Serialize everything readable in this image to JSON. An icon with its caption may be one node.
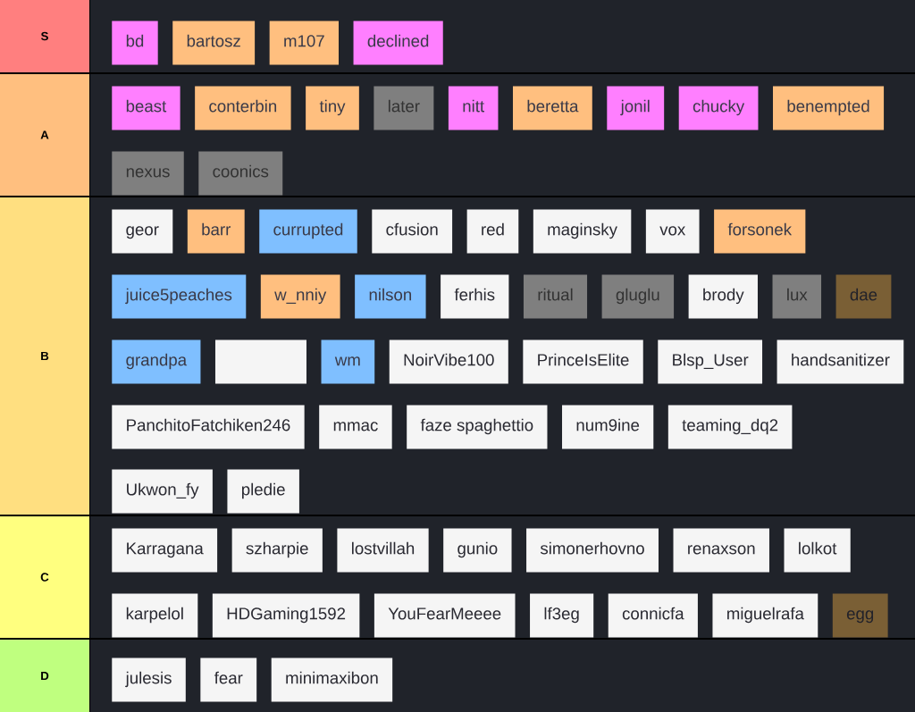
{
  "diagram": {
    "nodes": [
      {
        "text": [
          "S"
        ]
      },
      {
        "text": [
          "bd"
        ]
      },
      {
        "text": [
          "bartosz"
        ]
      },
      {
        "text": [
          "m107"
        ]
      },
      {
        "text": [
          "declined"
        ]
      },
      {
        "text": [
          "A"
        ]
      },
      {
        "text": [
          "beast"
        ]
      },
      {
        "text": [
          "conterbin"
        ]
      },
      {
        "text": [
          "tiny"
        ]
      },
      {
        "text": [
          "later"
        ]
      },
      {
        "text": [
          "nitt"
        ]
      },
      {
        "text": [
          "beretta"
        ]
      },
      {
        "text": [
          "jonil"
        ]
      },
      {
        "text": [
          "chucky"
        ]
      },
      {
        "text": [
          "benempted"
        ]
      },
      {
        "text": [
          "nexus"
        ]
      },
      {
        "text": [
          "coonics"
        ]
      },
      {
        "text": [
          "B"
        ]
      },
      {
        "text": [
          "geor"
        ]
      },
      {
        "text": [
          "barr"
        ]
      },
      {
        "text": [
          "currupted"
        ]
      },
      {
        "text": [
          "cfusion"
        ]
      },
      {
        "text": [
          "red"
        ]
      },
      {
        "text": [
          "maginsky"
        ]
      },
      {
        "text": [
          "vox"
        ]
      },
      {
        "text": [
          "forsonek"
        ]
      },
      {
        "text": [
          "juice5peaches"
        ]
      },
      {
        "text": [
          "w_nniy"
        ]
      },
      {
        "text": [
          "nilson"
        ]
      },
      {
        "text": [
          "ferhis"
        ]
      },
      {
        "text": [
          "ritual"
        ]
      },
      {
        "text": [
          "gluglu"
        ]
      },
      {
        "text": [
          "brody"
        ]
      },
      {
        "text": [
          "lux"
        ]
      },
      {
        "text": [
          "dae"
        ]
      },
      {
        "text": [
          "grandpa"
        ]
      },
      {
        "text": [],
        "shape": "box"
      },
      {
        "text": [
          "wm"
        ]
      },
      {
        "text": [
          "NoirVibe100"
        ]
      },
      {
        "text": [
          "PrinceIsElite"
        ]
      },
      {
        "text": [
          "Blsp_User"
        ]
      },
      {
        "text": [
          "handsanitizer"
        ]
      },
      {
        "text": [
          "PanchitoFatchiken246"
        ]
      },
      {
        "text": [
          "mmac"
        ]
      },
      {
        "text": [
          "faze spaghettio"
        ]
      },
      {
        "text": [
          "num9ine"
        ]
      },
      {
        "text": [
          "teaming_dq2"
        ]
      },
      {
        "text": [
          "Ukwon_fy"
        ]
      },
      {
        "text": [
          "pledie"
        ]
      },
      {
        "text": [
          "C"
        ]
      },
      {
        "text": [
          "Karragana"
        ]
      },
      {
        "text": [
          "szharpie"
        ]
      },
      {
        "text": [
          "lostvillah"
        ]
      },
      {
        "text": [
          "gunio"
        ]
      },
      {
        "text": [
          "simonerhovno"
        ]
      },
      {
        "text": [
          "renaxson"
        ]
      },
      {
        "text": [
          "lolkot"
        ]
      },
      {
        "text": [
          "karpelol"
        ]
      },
      {
        "text": [
          "HDGaming1592"
        ]
      },
      {
        "text": [
          "YouFearMeeee"
        ]
      },
      {
        "text": [
          "lf3eg"
        ]
      },
      {
        "text": [
          "connicfa"
        ]
      },
      {
        "text": [
          "miguelrafa"
        ]
      },
      {
        "text": [
          "egg"
        ]
      },
      {
        "text": [
          "D"
        ]
      },
      {
        "text": [
          "julesis"
        ]
      },
      {
        "text": [
          "fear"
        ]
      },
      {
        "text": [
          "minimaxibon"
        ]
      }
    ]
  }
}
